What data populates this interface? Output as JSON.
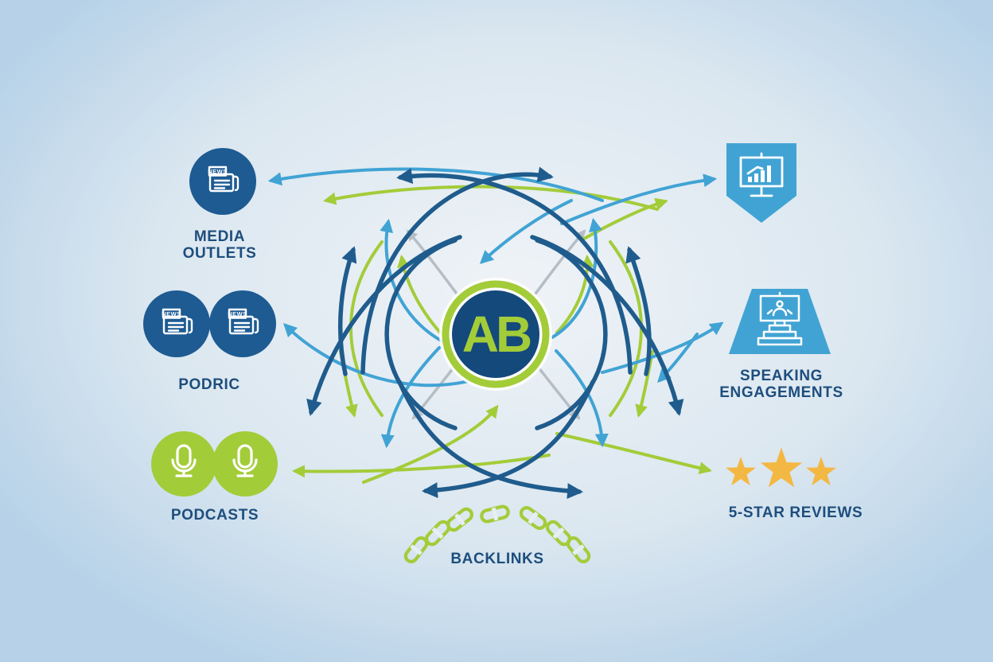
{
  "palette": {
    "background_center": "#eff3f7",
    "background_edge": "#b7d2e8",
    "dark_blue": "#1f5c8d",
    "light_blue": "#41a3d4",
    "green": "#a3cc39",
    "gray": "#b5bdc5",
    "icon_blue": "#1d5b92",
    "logo_navy": "#14497c",
    "star_gold": "#f3b843",
    "label_navy": "#1d4e7d",
    "white": "#ffffff"
  },
  "center_logo": {
    "text": "AB"
  },
  "icons": {
    "media_outlets": "newspaper-circle-icon",
    "press": "two-newspaper-circle-icons",
    "podcasts": "two-microphone-circle-icons",
    "presentation_badge": "presentation-chart-shield-icon",
    "speaking": "podium-presentation-trapezoid-icon",
    "reviews": "three-gold-stars",
    "backlinks": "seven-chain-links-arc"
  },
  "nodes": {
    "media_outlets": {
      "label_line1": "MEDIA",
      "label_line2": "OUTLETS",
      "news_badge": "NEWS"
    },
    "press": {
      "label": "PODRIC",
      "news_badge": "NEWS"
    },
    "podcasts": {
      "label": "PODCASTS"
    },
    "backlinks": {
      "label": "BACKLINKS"
    },
    "speaking": {
      "label_line1": "SPEAKING",
      "label_line2": "ENGAGEMENTS"
    },
    "reviews": {
      "label": "5-STAR REVIEWS"
    }
  }
}
